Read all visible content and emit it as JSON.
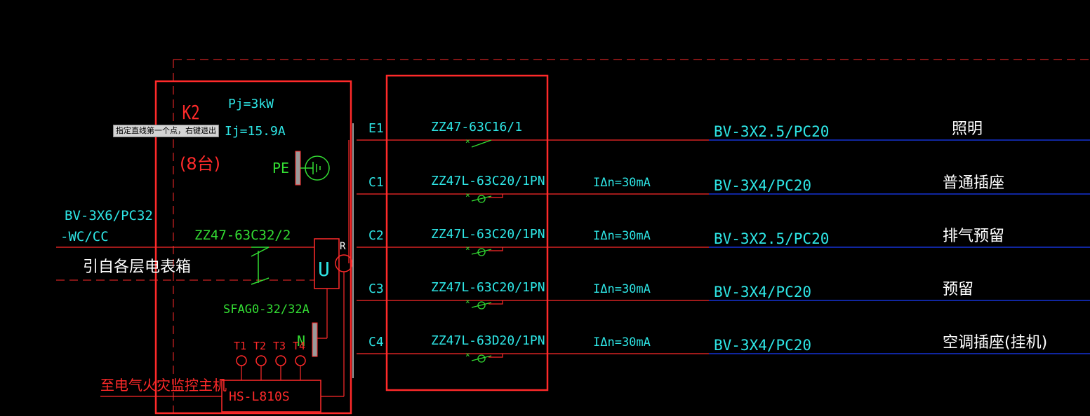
{
  "colors": {
    "red": "#ff2a2a",
    "cyan": "#2ee6e6",
    "green": "#33dd33",
    "white": "#ffffff",
    "blue": "#1a3cff",
    "gray": "#9a9a9a"
  },
  "tooltip": "指定直线第一个点，右键退出",
  "panel": {
    "id": "K2",
    "count": "(8台)",
    "power": "Pj=3kW",
    "current": "Ij=15.9A",
    "pe_label": "PE",
    "n_label": "N",
    "r_label": "R",
    "u_label": "U",
    "main_breaker": "ZZ47-63C32/2",
    "spd": "SFAG0-32/32A",
    "terminals": [
      "T1",
      "T2",
      "T3",
      "T4"
    ],
    "monitor_model": "HS-L810S",
    "monitor_note": "至电气火灾监控主机"
  },
  "incoming": {
    "cable_line1": "BV-3X6/PC32",
    "cable_line2": "-WC/CC",
    "source": "引自各层电表箱"
  },
  "circuits": [
    {
      "id": "E1",
      "breaker": "ZZ47-63C16/1",
      "rcd": "",
      "cable": "BV-3X2.5/PC20",
      "usage": "照明"
    },
    {
      "id": "C1",
      "breaker": "ZZ47L-63C20/1PN",
      "rcd": "IΔn=30mA",
      "cable": "BV-3X4/PC20",
      "usage": "普通插座"
    },
    {
      "id": "C2",
      "breaker": "ZZ47L-63C20/1PN",
      "rcd": "IΔn=30mA",
      "cable": "BV-3X2.5/PC20",
      "usage": "排气预留"
    },
    {
      "id": "C3",
      "breaker": "ZZ47L-63C20/1PN",
      "rcd": "IΔn=30mA",
      "cable": "BV-3X4/PC20",
      "usage": "预留"
    },
    {
      "id": "C4",
      "breaker": "ZZ47L-63D20/1PN",
      "rcd": "IΔn=30mA",
      "cable": "BV-3X4/PC20",
      "usage": "空调插座(挂机)"
    }
  ]
}
